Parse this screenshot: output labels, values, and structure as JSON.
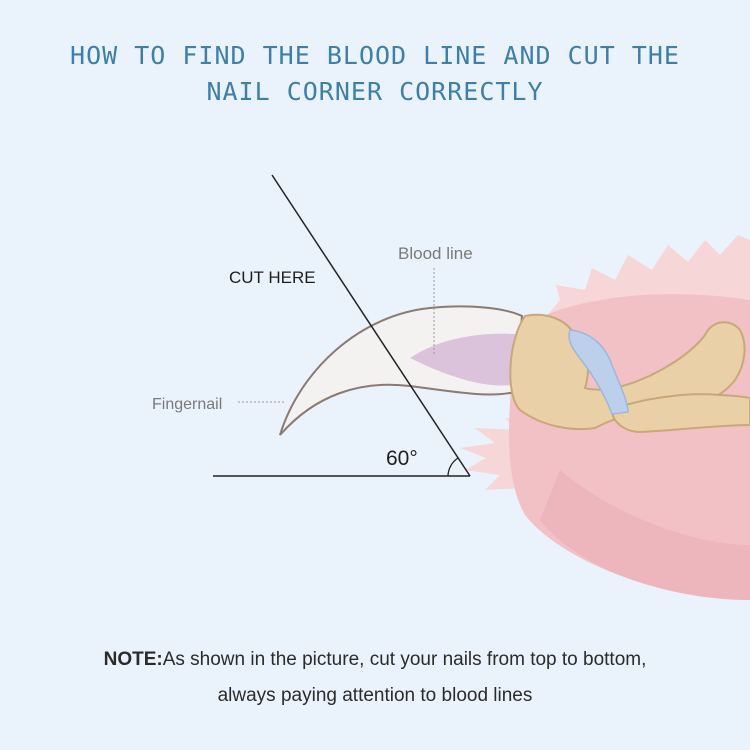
{
  "title": {
    "line1": "HOW TO FIND THE BLOOD LINE AND CUT THE",
    "line2": "NAIL CORNER CORRECTLY"
  },
  "diagram": {
    "label_cut_here": "CUT HERE",
    "label_blood_line": "Blood line",
    "label_fingernail": "Fingernail",
    "label_angle": "60°",
    "colors": {
      "toe_pink": "#f3c3c7",
      "fur": "#f6d6d6",
      "bone": "#e8cfa5",
      "quick": "#dcc3dc",
      "vein": "#b9cdea",
      "nail": "#f3f1ef"
    }
  },
  "note": {
    "label": "NOTE:",
    "line1": "As shown in the picture, cut your nails from top to bottom,",
    "line2": "always paying attention to blood lines"
  }
}
